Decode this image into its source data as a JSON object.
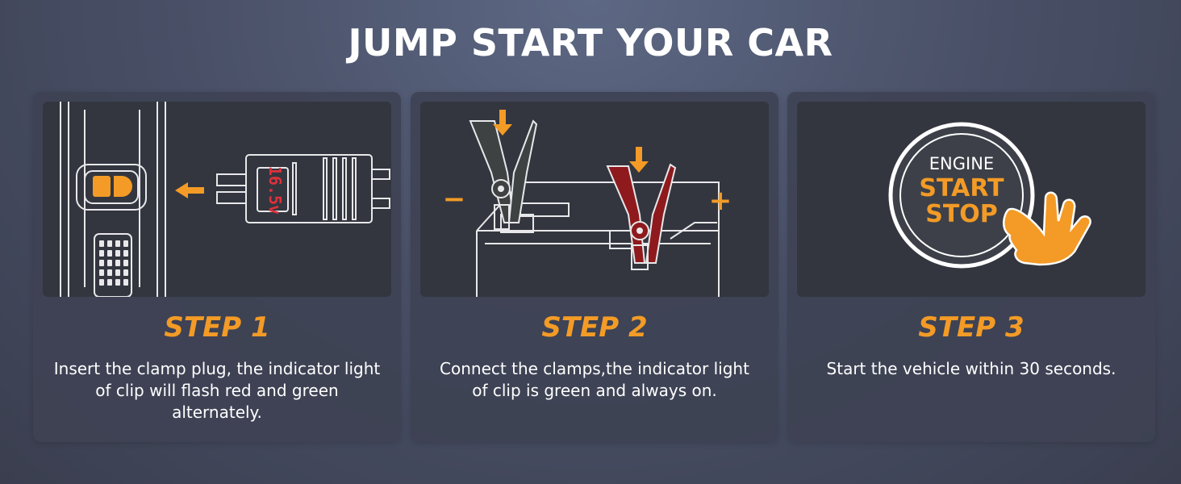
{
  "title": "JUMP START YOUR CAR",
  "accent_color": "#f39b26",
  "clamp_red": "#8e1a1d",
  "steps": [
    {
      "label": "STEP 1",
      "text": "Insert the clamp plug, the indicator light of clip will flash red and green alternately.",
      "display_value": "16.5v",
      "icons": [
        "jump-starter-port-icon",
        "arrow-left-icon",
        "clamp-plug-icon"
      ]
    },
    {
      "label": "STEP 2",
      "text": "Connect the clamps,the indicator light of clip is green and always on.",
      "minus": "−",
      "plus": "+",
      "icons": [
        "black-clamp-icon",
        "red-clamp-icon",
        "battery-icon",
        "arrow-down-icon"
      ]
    },
    {
      "label": "STEP 3",
      "text": "Start the vehicle within 30 seconds.",
      "button_top": "ENGINE",
      "button_line1": "START",
      "button_line2": "STOP",
      "icons": [
        "engine-start-stop-button-icon",
        "hand-pointer-icon"
      ]
    }
  ]
}
